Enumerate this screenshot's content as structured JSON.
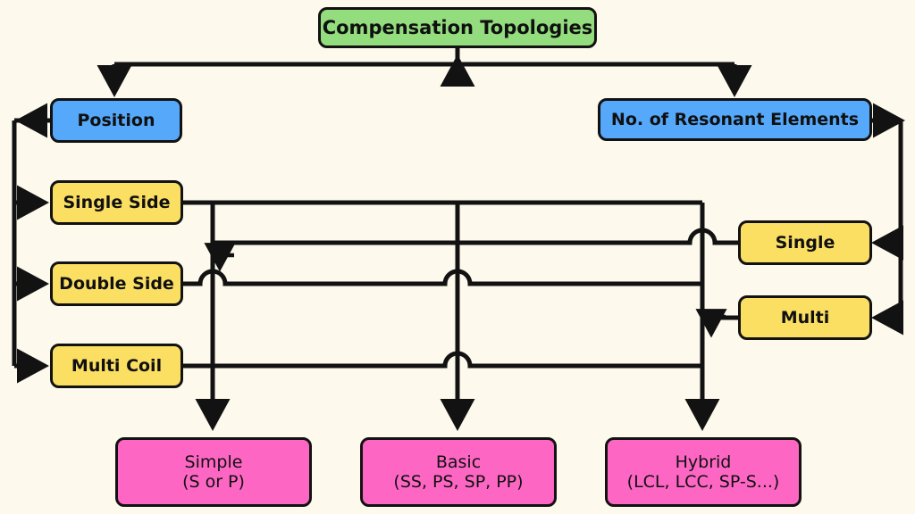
{
  "diagram": {
    "title_node": {
      "label": "Compensation Topologies",
      "color": "#93DD7F"
    },
    "categories": [
      {
        "id": "position",
        "label": "Position",
        "color": "#55A8FA"
      },
      {
        "id": "resonant",
        "label": "No. of Resonant Elements",
        "color": "#55A8FA"
      }
    ],
    "position_options": [
      {
        "id": "single-side",
        "label": "Single Side",
        "color": "#FBDF63"
      },
      {
        "id": "double-side",
        "label": "Double Side",
        "color": "#FBDF63"
      },
      {
        "id": "multi-coil",
        "label": "Multi Coil",
        "color": "#FBDF63"
      }
    ],
    "resonant_options": [
      {
        "id": "single",
        "label": "Single",
        "color": "#FBDF63"
      },
      {
        "id": "multi",
        "label": "Multi",
        "color": "#FBDF63"
      }
    ],
    "outcomes": [
      {
        "id": "simple",
        "line1": "Simple",
        "line2": "(S or P)",
        "color": "#FD67C3"
      },
      {
        "id": "basic",
        "line1": "Basic",
        "line2": "(SS, PS, SP, PP)",
        "color": "#FD67C3"
      },
      {
        "id": "hybrid",
        "line1": "Hybrid",
        "line2": "(LCL, LCC, SP-S...)",
        "color": "#FD67C3"
      }
    ],
    "colors": {
      "background": "#FDF9EC",
      "stroke": "#121212",
      "root": "#93DD7F",
      "category": "#55A8FA",
      "option": "#FBDF63",
      "outcome": "#FD67C3"
    }
  }
}
